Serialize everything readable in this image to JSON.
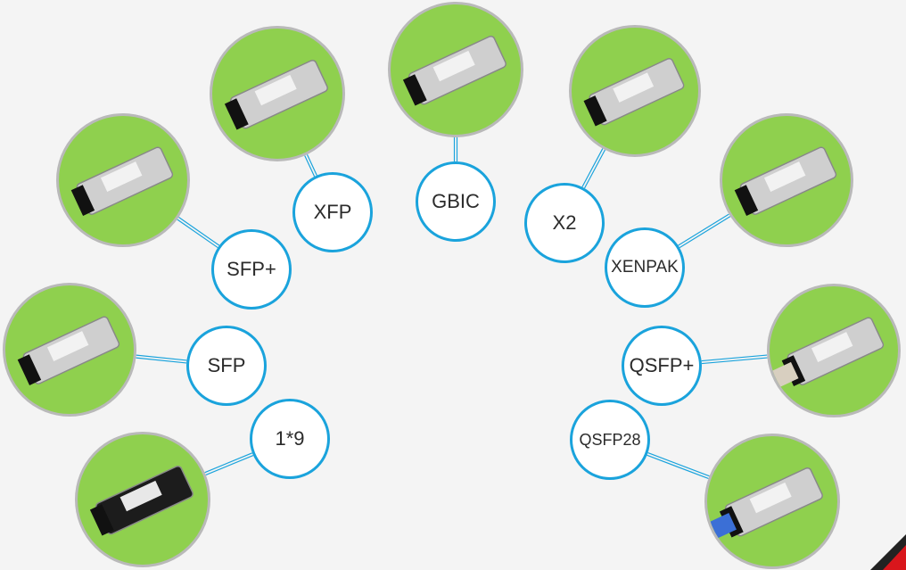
{
  "diagram_title": "Optical Transceiver Module Types",
  "colors": {
    "photo_bg": "#8fd04e",
    "label_border": "#1aa3dc",
    "connector": "#1aa3dc"
  },
  "modules": [
    {
      "label": "1*9",
      "module": "black-1x9-transceiver"
    },
    {
      "label": "SFP",
      "module": "sfp-transceiver"
    },
    {
      "label": "SFP+",
      "module": "sfp-plus-transceiver"
    },
    {
      "label": "XFP",
      "module": "xfp-transceiver"
    },
    {
      "label": "GBIC",
      "module": "gbic-transceiver"
    },
    {
      "label": "X2",
      "module": "x2-transceiver"
    },
    {
      "label": "XENPAK",
      "module": "xenpak-transceiver"
    },
    {
      "label": "QSFP+",
      "module": "qsfp-plus-transceiver"
    },
    {
      "label": "QSFP28",
      "module": "qsfp28-transceiver"
    }
  ]
}
